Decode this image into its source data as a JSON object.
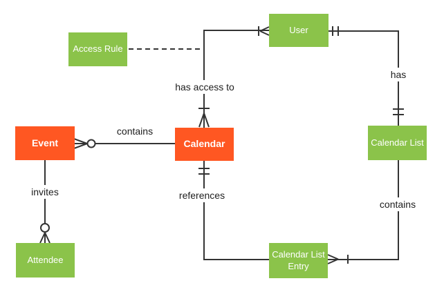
{
  "diagram": {
    "type": "entity-relationship-diagram",
    "colors": {
      "entity_primary": "#FF5722",
      "entity_secondary": "#8BC34A",
      "line": "#333333",
      "entity_text": "#FFFFFF",
      "label_text": "#1D1D1D",
      "background": "#FFFFFF"
    }
  },
  "entities": {
    "event": {
      "label": "Event"
    },
    "calendar": {
      "label": "Calendar"
    },
    "access_rule": {
      "label": "Access Rule"
    },
    "user": {
      "label": "User"
    },
    "calendar_list": {
      "label": "Calendar List"
    },
    "attendee": {
      "label": "Attendee"
    },
    "calendar_list_entry": {
      "label": "Calendar List Entry"
    }
  },
  "relationships": {
    "contains_calendar": {
      "label": "contains",
      "from": "Event",
      "to": "Calendar",
      "event_cardinality": "zero-or-many"
    },
    "has_access_to": {
      "label": "has access to",
      "from": "User",
      "to": "Calendar",
      "user_cardinality": "one-or-many",
      "calendar_cardinality": "one-or-many"
    },
    "has": {
      "label": "has",
      "from": "User",
      "to": "Calendar List",
      "user_cardinality": "exactly-one",
      "calendar_list_cardinality": "exactly-one"
    },
    "contains_entry": {
      "label": "contains",
      "from": "Calendar List",
      "to": "Calendar List Entry",
      "entry_cardinality": "one-or-many"
    },
    "references": {
      "label": "references",
      "from": "Calendar",
      "to": "Calendar List Entry",
      "calendar_cardinality": "exactly-one"
    },
    "invites": {
      "label": "invites",
      "from": "Event",
      "to": "Attendee",
      "attendee_cardinality": "zero-or-many"
    },
    "access_rule_link": {
      "style": "dashed",
      "from": "Access Rule",
      "to": "has access to"
    }
  }
}
